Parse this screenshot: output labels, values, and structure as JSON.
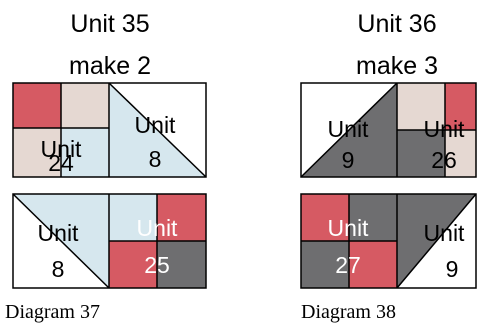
{
  "colors": {
    "red": "#d65a63",
    "tan": "#e5d8d2",
    "light_blue": "#d6e7ee",
    "gray": "#6e6e70",
    "white": "#ffffff",
    "outline": "#000000"
  },
  "left": {
    "title": "Unit 35",
    "quantity": "make 2",
    "caption": "Diagram 37",
    "top_row": {
      "four_patch": {
        "word": "Unit",
        "number": "24"
      },
      "triangle": {
        "word": "Unit",
        "number": "8"
      }
    },
    "bottom_row": {
      "triangle": {
        "word": "Unit",
        "number": "8"
      },
      "four_patch": {
        "word": "Unit",
        "number": "25"
      }
    }
  },
  "right": {
    "title": "Unit 36",
    "quantity": "make 3",
    "caption": "Diagram 38",
    "top_row": {
      "triangle": {
        "word": "Unit",
        "number": "9"
      },
      "four_patch": {
        "word": "Unit",
        "number": "26"
      }
    },
    "bottom_row": {
      "four_patch": {
        "word": "Unit",
        "number": "27"
      },
      "triangle": {
        "word": "Unit",
        "number": "9"
      }
    }
  }
}
